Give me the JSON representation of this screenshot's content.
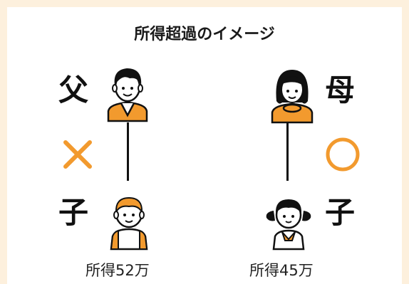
{
  "title": "所得超過のイメージ",
  "left": {
    "parent_label": "父",
    "child_label": "子",
    "result": "×",
    "income": "所得52万"
  },
  "right": {
    "parent_label": "母",
    "child_label": "子",
    "result": "○",
    "income": "所得45万"
  },
  "colors": {
    "accent": "#f29a2e",
    "background": "#fdf0dd",
    "ink": "#111111"
  }
}
